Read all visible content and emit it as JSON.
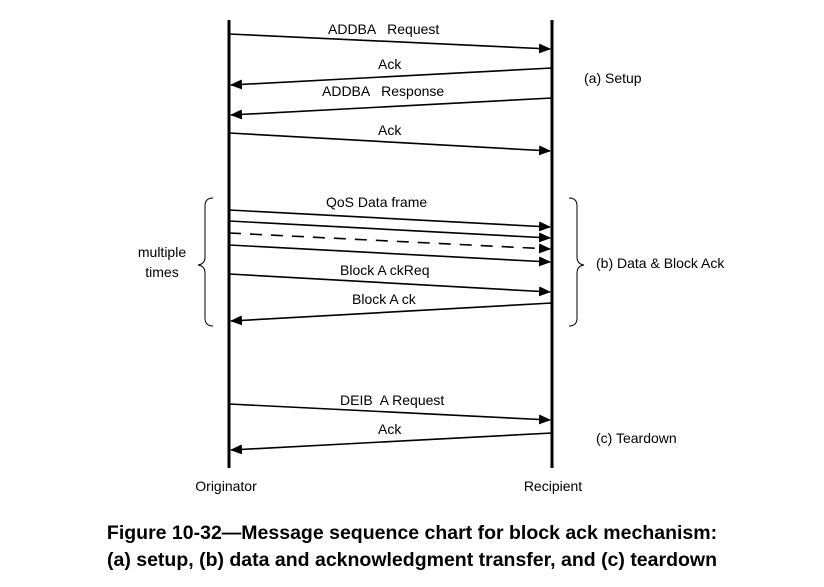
{
  "participants": {
    "originator": "Originator",
    "recipient": "Recipient"
  },
  "setup": {
    "addba_request": "ADDBA   Request",
    "ack1": "Ack",
    "addba_response": "ADDBA   Response",
    "ack2": "Ack",
    "label": "(a) Setup"
  },
  "data": {
    "qos_data_frame": "QoS Data frame",
    "block_ack_req": "Block A ckReq",
    "block_ack": "Block A ck",
    "multiple_line1": "multiple",
    "multiple_line2": "times",
    "label": "(b) Data & Block Ack"
  },
  "teardown": {
    "delba_request": "DEIB  A Request",
    "ack": "Ack",
    "label": "(c) Teardown"
  },
  "caption": {
    "line1": "Figure 10-32—Message sequence chart for block ack mechanism:",
    "line2": "(a) setup, (b) data and acknowledgment transfer, and (c) teardown"
  }
}
